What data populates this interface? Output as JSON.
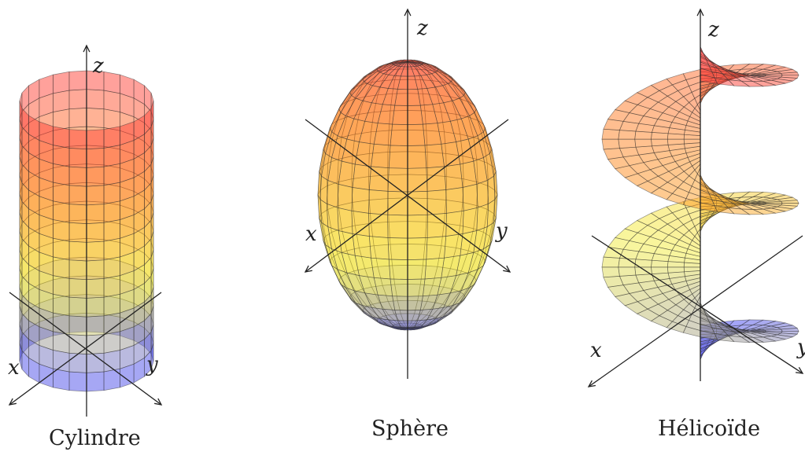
{
  "figures": [
    {
      "id": "cylinder",
      "caption": "Cylindre",
      "axes": {
        "z": "z",
        "x": "x",
        "y": "y"
      }
    },
    {
      "id": "sphere",
      "caption": "Sphère",
      "axes": {
        "z": "z",
        "x": "x",
        "y": "y"
      }
    },
    {
      "id": "helicoid",
      "caption": "Hélicoïde",
      "axes": {
        "z": "z",
        "x": "x",
        "y": "y"
      }
    }
  ],
  "colors": {
    "top": "#ff3a3a",
    "upper": "#ff8a1e",
    "middle": "#f4ee3a",
    "bottom": "#3a3cff",
    "mesh": "#333333",
    "axis": "#222222"
  }
}
